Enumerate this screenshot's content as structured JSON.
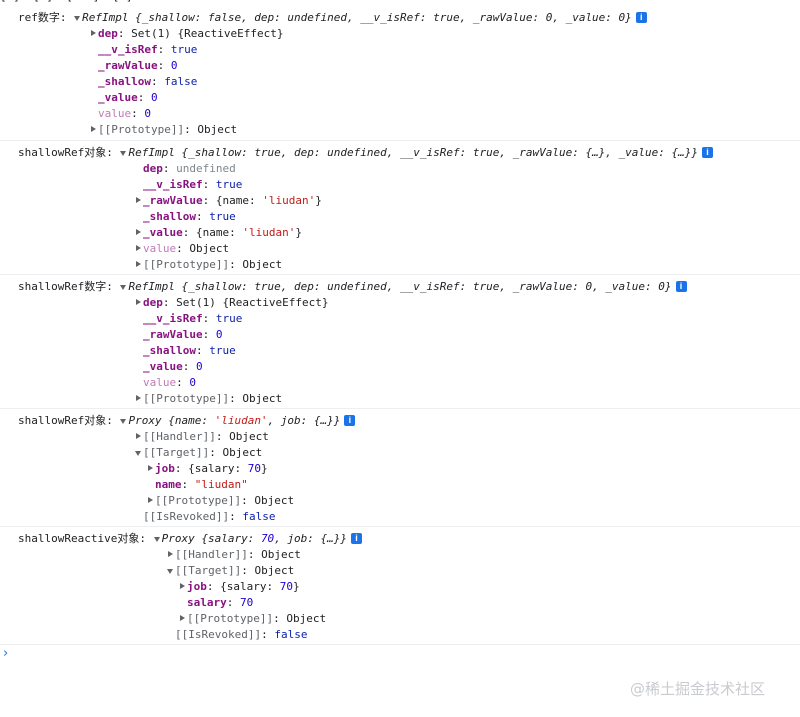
{
  "top_fragment": "[ ]  [ ]  [   ]  [ ]",
  "entries": [
    {
      "label": "ref数字:",
      "summary": "RefImpl {_shallow: false, dep: undefined, __v_isRef: true, _rawValue: 0, _value: 0}",
      "props": [
        {
          "expand": "right",
          "key": "dep",
          "val": "Set(1) {ReactiveEffect}",
          "vtype": "obj"
        },
        {
          "expand": "none",
          "key": "__v_isRef",
          "val": "true",
          "vtype": "bool"
        },
        {
          "expand": "none",
          "key": "_rawValue",
          "val": "0",
          "vtype": "num"
        },
        {
          "expand": "none",
          "key": "_shallow",
          "val": "false",
          "vtype": "bool"
        },
        {
          "expand": "none",
          "key": "_value",
          "val": "0",
          "vtype": "num"
        },
        {
          "expand": "none",
          "key": "value",
          "val": "0",
          "vtype": "num",
          "style": "dim"
        },
        {
          "expand": "right",
          "key": "[[Prototype]]",
          "val": "Object",
          "vtype": "obj",
          "style": "int"
        }
      ]
    },
    {
      "label": "shallowRef对象:",
      "summary": "RefImpl {_shallow: true, dep: undefined, __v_isRef: true, _rawValue: {…}, _value: {…}}",
      "props": [
        {
          "expand": "none",
          "key": "dep",
          "val": "undefined",
          "vtype": "undef"
        },
        {
          "expand": "none",
          "key": "__v_isRef",
          "val": "true",
          "vtype": "bool"
        },
        {
          "expand": "right",
          "key": "_rawValue",
          "val_parts": [
            [
              "{name: ",
              "obj"
            ],
            [
              "'liudan'",
              "str"
            ],
            [
              "}",
              "obj"
            ]
          ]
        },
        {
          "expand": "none",
          "key": "_shallow",
          "val": "true",
          "vtype": "bool"
        },
        {
          "expand": "right",
          "key": "_value",
          "val_parts": [
            [
              "{name: ",
              "obj"
            ],
            [
              "'liudan'",
              "str"
            ],
            [
              "}",
              "obj"
            ]
          ]
        },
        {
          "expand": "right",
          "key": "value",
          "val": "Object",
          "vtype": "obj",
          "style": "dim"
        },
        {
          "expand": "right",
          "key": "[[Prototype]]",
          "val": "Object",
          "vtype": "obj",
          "style": "int"
        }
      ]
    },
    {
      "label": "shallowRef数字:",
      "summary": "RefImpl {_shallow: true, dep: undefined, __v_isRef: true, _rawValue: 0, _value: 0}",
      "props": [
        {
          "expand": "right",
          "key": "dep",
          "val": "Set(1) {ReactiveEffect}",
          "vtype": "obj"
        },
        {
          "expand": "none",
          "key": "__v_isRef",
          "val": "true",
          "vtype": "bool"
        },
        {
          "expand": "none",
          "key": "_rawValue",
          "val": "0",
          "vtype": "num"
        },
        {
          "expand": "none",
          "key": "_shallow",
          "val": "true",
          "vtype": "bool"
        },
        {
          "expand": "none",
          "key": "_value",
          "val": "0",
          "vtype": "num"
        },
        {
          "expand": "none",
          "key": "value",
          "val": "0",
          "vtype": "num",
          "style": "dim"
        },
        {
          "expand": "right",
          "key": "[[Prototype]]",
          "val": "Object",
          "vtype": "obj",
          "style": "int"
        }
      ]
    },
    {
      "label": "shallowRef对象:",
      "summary_parts": [
        [
          "Proxy {name: ",
          "obj"
        ],
        [
          "'liudan'",
          "str"
        ],
        [
          ", job: {…}}",
          "obj"
        ]
      ],
      "props": [
        {
          "expand": "right",
          "key": "[[Handler]]",
          "val": "Object",
          "vtype": "obj",
          "style": "int"
        },
        {
          "expand": "down",
          "key": "[[Target]]",
          "val": "Object",
          "vtype": "obj",
          "style": "int",
          "children": [
            {
              "expand": "right",
              "key": "job",
              "val_parts": [
                [
                  "{salary: ",
                  "obj"
                ],
                [
                  "70",
                  "num"
                ],
                [
                  "}",
                  "obj"
                ]
              ]
            },
            {
              "expand": "none",
              "key": "name",
              "val": "\"liudan\"",
              "vtype": "str"
            },
            {
              "expand": "right",
              "key": "[[Prototype]]",
              "val": "Object",
              "vtype": "obj",
              "style": "int"
            }
          ]
        },
        {
          "expand": "none",
          "key": "[[IsRevoked]]",
          "val": "false",
          "vtype": "bool",
          "style": "int"
        }
      ]
    },
    {
      "label": "shallowReactive对象:",
      "summary_parts": [
        [
          "Proxy {salary: ",
          "obj"
        ],
        [
          "70",
          "num"
        ],
        [
          ", job: {…}}",
          "obj"
        ]
      ],
      "props": [
        {
          "expand": "right",
          "key": "[[Handler]]",
          "val": "Object",
          "vtype": "obj",
          "style": "int"
        },
        {
          "expand": "down",
          "key": "[[Target]]",
          "val": "Object",
          "vtype": "obj",
          "style": "int",
          "children": [
            {
              "expand": "right",
              "key": "job",
              "val_parts": [
                [
                  "{salary: ",
                  "obj"
                ],
                [
                  "70",
                  "num"
                ],
                [
                  "}",
                  "obj"
                ]
              ]
            },
            {
              "expand": "none",
              "key": "salary",
              "val": "70",
              "vtype": "num"
            },
            {
              "expand": "right",
              "key": "[[Prototype]]",
              "val": "Object",
              "vtype": "obj",
              "style": "int"
            }
          ]
        },
        {
          "expand": "none",
          "key": "[[IsRevoked]]",
          "val": "false",
          "vtype": "bool",
          "style": "int"
        }
      ]
    }
  ],
  "prompt_symbol": "›",
  "watermark": "@稀土掘金技术社区",
  "info_icon": "i"
}
